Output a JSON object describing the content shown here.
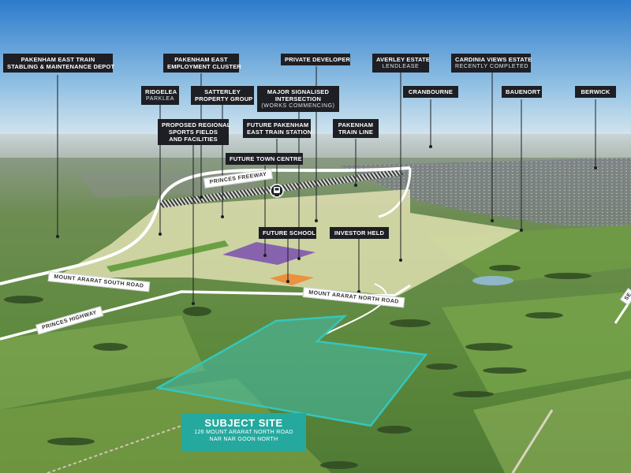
{
  "callouts": {
    "depot": {
      "lines": [
        "PAKENHAM EAST TRAIN",
        "STABLING & MAINTENANCE DEPOT"
      ]
    },
    "employment": {
      "lines": [
        "PAKENHAM EAST",
        "EMPLOYMENT CLUSTER"
      ]
    },
    "private_dev": {
      "lines": [
        "PRIVATE DEVELOPER"
      ]
    },
    "averley": {
      "lines": [
        "AVERLEY ESTATE"
      ],
      "sub": "LENDLEASE"
    },
    "cardinia": {
      "lines": [
        "CARDINIA VIEWS ESTATE"
      ],
      "sub": "RECENTLY COMPLETED"
    },
    "ridgelea": {
      "lines": [
        "RIDGELEA"
      ],
      "sub": "PARKLEA"
    },
    "satterley": {
      "lines": [
        "SATTERLEY",
        "PROPERTY GROUP"
      ]
    },
    "intersection": {
      "lines": [
        "MAJOR SIGNALISED",
        "INTERSECTION"
      ],
      "sub": "(WORKS COMMENCING)"
    },
    "cranbourne": {
      "lines": [
        "CRANBOURNE"
      ]
    },
    "bauenort": {
      "lines": [
        "BAUENORT"
      ]
    },
    "berwick": {
      "lines": [
        "BERWICK"
      ]
    },
    "sports": {
      "lines": [
        "PROPOSED REGIONAL",
        "SPORTS FIELDS",
        "AND FACILITIES"
      ]
    },
    "station": {
      "lines": [
        "FUTURE PAKENHAM",
        "EAST TRAIN STATION"
      ]
    },
    "trainline": {
      "lines": [
        "PAKENHAM",
        "TRAIN LINE"
      ]
    },
    "towncentre": {
      "lines": [
        "FUTURE TOWN CENTRE"
      ]
    },
    "school": {
      "lines": [
        "FUTURE SCHOOL"
      ]
    },
    "investor": {
      "lines": [
        "INVESTOR HELD"
      ]
    }
  },
  "roads": {
    "princes_freeway": "PRINCES FREEWAY",
    "mount_ararat_south": "MOUNT ARARAT SOUTH ROAD",
    "mount_ararat_north": "MOUNT ARARAT NORTH ROAD",
    "princes_highway": "PRINCES HIGHWAY",
    "cut_off": "SE"
  },
  "subject_site": {
    "title": "SUBJECT SITE",
    "address_line1": "126 MOUNT ARARAT NORTH ROAD",
    "address_line2": "NAR NAR GOON NORTH"
  },
  "icons": {
    "station": "train-icon"
  },
  "colors": {
    "sky_top": "#2f7fd0",
    "sky_bottom": "#cfe3ef",
    "farmland": "#6f9a4a",
    "development_zone": "#f3eec0",
    "town_centre": "#7a4fb0",
    "school": "#f08a33",
    "subject_fill": "#3fc1b6",
    "callout_bg": "#1d1f24",
    "subject_label": "#25a99f"
  }
}
